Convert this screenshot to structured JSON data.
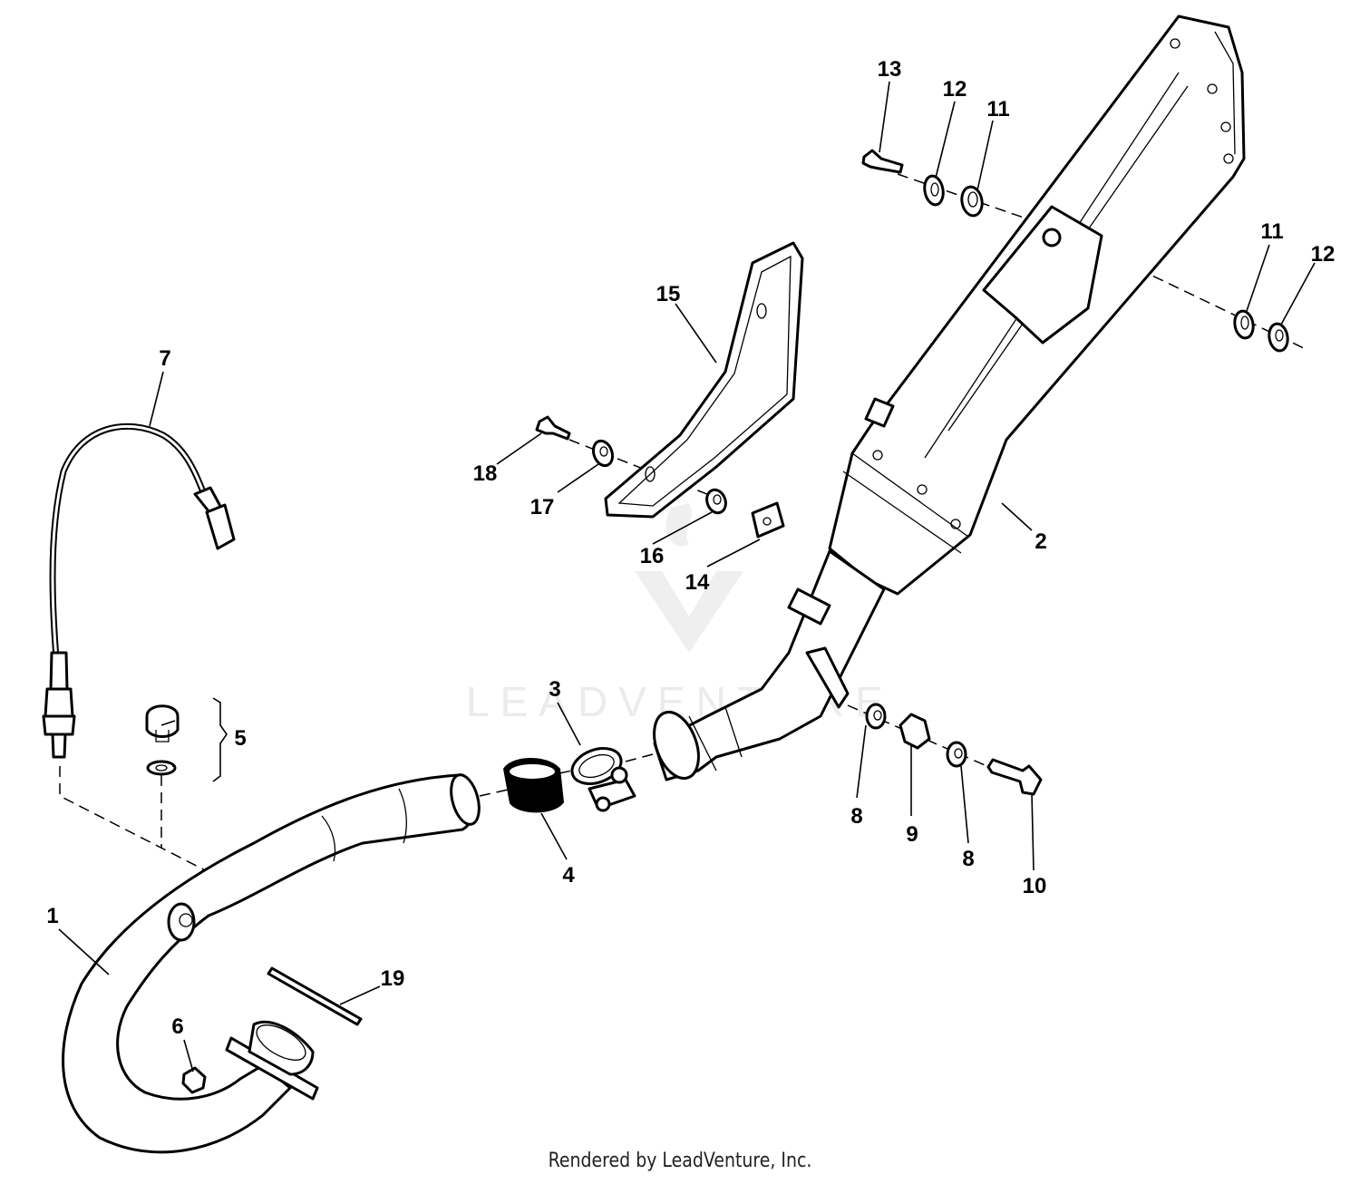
{
  "watermark": {
    "brand": "LEADVENTURE"
  },
  "footer": {
    "credit": "Rendered by LeadVenture, Inc."
  },
  "callouts": [
    {
      "id": "c1",
      "text": "1"
    },
    {
      "id": "c2",
      "text": "2"
    },
    {
      "id": "c3",
      "text": "3"
    },
    {
      "id": "c4",
      "text": "4"
    },
    {
      "id": "c5",
      "text": "5"
    },
    {
      "id": "c6",
      "text": "6"
    },
    {
      "id": "c7",
      "text": "7"
    },
    {
      "id": "c8a",
      "text": "8"
    },
    {
      "id": "c8b",
      "text": "8"
    },
    {
      "id": "c9",
      "text": "9"
    },
    {
      "id": "c10",
      "text": "10"
    },
    {
      "id": "c11a",
      "text": "11"
    },
    {
      "id": "c11b",
      "text": "11"
    },
    {
      "id": "c12a",
      "text": "12"
    },
    {
      "id": "c12b",
      "text": "12"
    },
    {
      "id": "c13",
      "text": "13"
    },
    {
      "id": "c14",
      "text": "14"
    },
    {
      "id": "c15",
      "text": "15"
    },
    {
      "id": "c16",
      "text": "16"
    },
    {
      "id": "c17",
      "text": "17"
    },
    {
      "id": "c18",
      "text": "18"
    },
    {
      "id": "c19",
      "text": "19"
    }
  ]
}
